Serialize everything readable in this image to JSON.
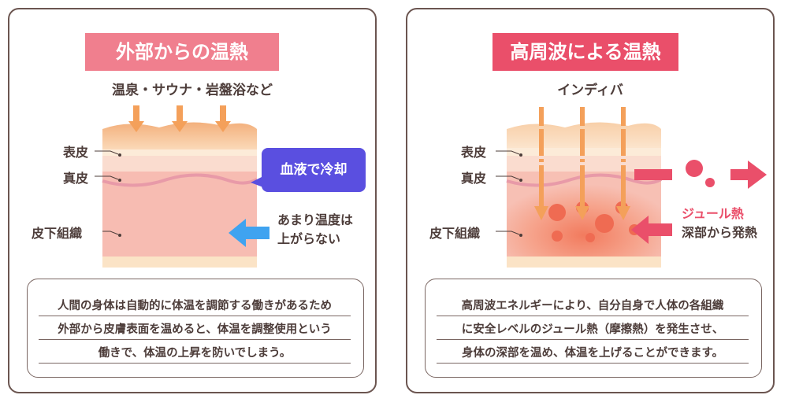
{
  "left": {
    "title": "外部からの温熱",
    "source": "温泉・サウナ・岩盤浴など",
    "labels": {
      "epidermis": "表皮",
      "dermis": "真皮",
      "subcutis": "皮下組織"
    },
    "bubble": "血液で冷却",
    "side_line1": "あまり温度は",
    "side_line2": "上がらない",
    "notes": [
      "人間の身体は自動的に体温を調節する働きがあるため",
      "外部から皮膚表面を温めると、体温を調整使用という",
      "働きで、体温の上昇を防いでしまう。"
    ]
  },
  "right": {
    "title": "高周波による温熱",
    "source": "インディバ",
    "labels": {
      "epidermis": "表皮",
      "dermis": "真皮",
      "subcutis": "皮下組織"
    },
    "side_line1": "ジュール熱",
    "side_line2": "深部から発熱",
    "notes": [
      "高周波エネルギーにより、自分自身で人体の各組織",
      "に安全レベルのジュール熱（摩擦熱）を発生させ、",
      "身体の深部を温め、体温を上げることができます。"
    ]
  },
  "colors": {
    "title_left_bg": "#f07f8e",
    "title_right_bg": "#ea4f6a",
    "arrow_orange": "#f4a05a",
    "cooling_arrow": "#3fa3f0",
    "bubble": "#5a4fe0",
    "joule_arrow": "#ea4f6a"
  },
  "icons": [
    "orange-down-arrow-icon",
    "blue-left-arrow-icon",
    "pink-left-arrow-icon",
    "pink-right-arrow-icon",
    "heat-burst-icon"
  ]
}
